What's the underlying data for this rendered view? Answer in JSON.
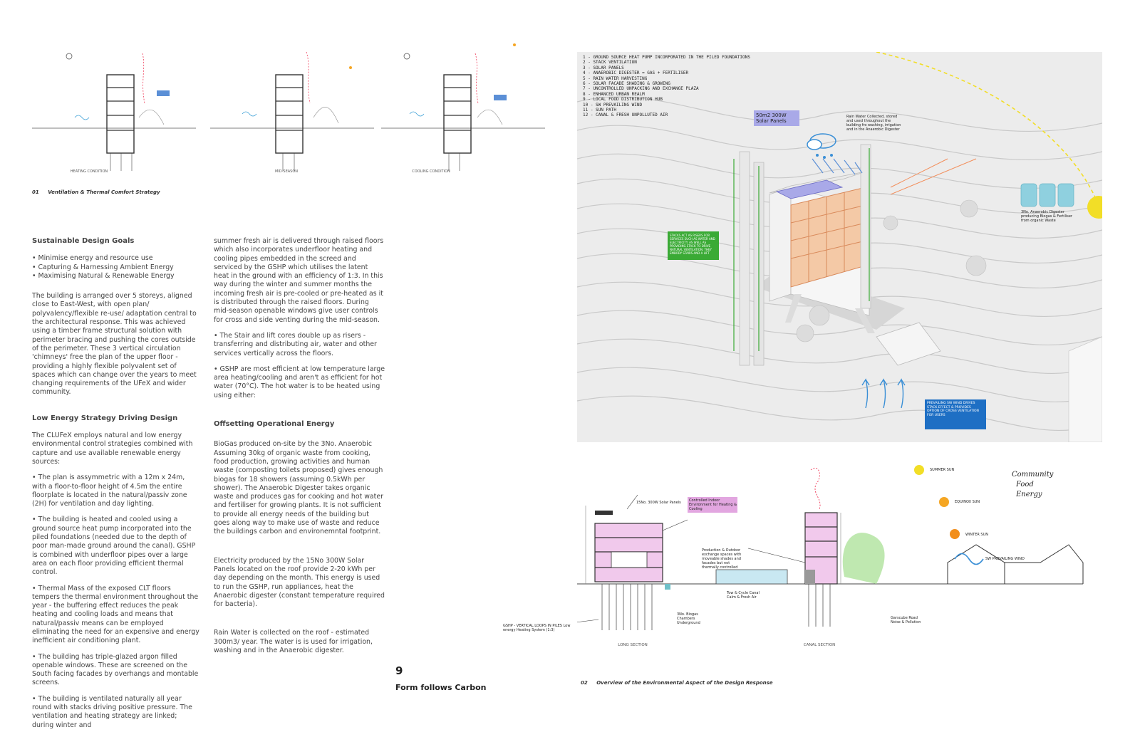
{
  "top_diagrams": {
    "caption_num": "01",
    "caption_text": "Ventilation & Thermal Comfort Strategy",
    "labels": [
      "HEATING CONDITION",
      "MID-SEASON",
      "COOLING CONDITION"
    ]
  },
  "col1": {
    "h1": "Sustainable Design Goals",
    "goals": [
      "• Minimise energy and resource use",
      "• Capturing & Harnessing Ambient Energy",
      "• Maximising Natural & Renewable Energy"
    ],
    "p1": "The building is arranged over 5 storeys, aligned close to East-West, with open plan/ polyvalency/flexible re-use/ adaptation central to the architectural response. This was achieved using a timber frame structural solution with perimeter bracing and pushing the cores outside of the perimeter. These 3 vertical circulation 'chimneys' free the plan of the upper floor - providing a highly flexible polyvalent set of spaces which can change over the years to meet changing requirements of the UFeX and wider community.",
    "h2": "Low Energy Strategy Driving Design",
    "p2": "The CLUFeX employs natural and low energy environmental control strategies combined with capture and use available renewable energy sources:",
    "b1": "• The plan is assymmetric with a 12m x 24m, with a floor-to-floor height of 4.5m the entire floorplate is located in the natural/passiv zone (2H) for ventilation and day lighting.",
    "b2": "• The building is heated and cooled using a ground source heat pump incorporated into the piled foundations (needed due to the depth of poor man-made ground around the canal). GSHP is combined with underfloor pipes over a large area on each floor providing efficient thermal control.",
    "b3": "• Thermal Mass of the exposed CLT floors tempers the thermal environment throughout the year - the buffering effect reduces the peak heating and cooling loads and means that natural/passiv means can be employed eliminating the need for an expensive and energy inefficient air conditioning plant.",
    "b4": "• The building has triple-glazed argon filled openable windows. These are screened on the South facing facades by overhangs and montable screens.",
    "b5": "• The building is ventilated naturally all year round with stacks driving positive pressure. The ventilation and heating strategy are linked; during winter and"
  },
  "col2": {
    "p1": "summer fresh air is delivered through raised floors which also incorporates underfloor heating and cooling pipes embedded in the screed and serviced by the GSHP which utilises the latent heat in the ground with an efficiency of 1:3. In this way during the winter and summer months the incoming fresh air is pre-cooled or pre-heated as it is distributed through the raised floors. During mid-season openable windows give user controls for cross and side venting during the mid-season.",
    "b1": "• The Stair and lift cores double up as risers - transferring and distributing air, water and other services vertically across the floors.",
    "b2": "• GSHP are most efficient at low temperature large area heating/cooling and aren't as efficient for hot water (70°C). The hot water is to be heated using using either:",
    "h1": "Offsetting Operational Energy",
    "p2": "BioGas produced on-site by the 3No. Anaerobic Assuming 30kg of organic waste from cooking, food production, growing activities and human waste (composting toilets proposed) gives enough biogas for 18 showers (assuming 0.5kWh per shower). The Anaerobic Digester takes organic waste and produces gas for cooking and hot water and fertiliser for growing plants. It is not sufficient to provide all energy needs of the building but goes along way to make use of waste and reduce the buildings carbon and environemntal footprint.",
    "p3": "Electricity produced by the 15No 300W Solar Panels located on the roof provide 2-20 kWh per day depending on the month. This energy is used to run the GSHP, run appliances, heat the Anaerobic digester (constant temperature required for bacteria).",
    "p4": "Rain Water is collected on the roof - estimated 300m3/ year. The water is is used for irrigation, washing and in the Anaerobic digester."
  },
  "footer": {
    "page_number": "9",
    "page_title": "Form follows Carbon",
    "caption_num": "02",
    "caption_text": "Overview of the Environmental Aspect of the Design Response"
  },
  "render": {
    "legend": [
      "1 - GROUND SOURCE HEAT PUMP INCORPORATED IN THE PILED FOUNDATIONS",
      "2 - STACK VENTILATION",
      "3 - SOLAR PANELS",
      "4 - ANAEROBIC DIGESTER = GAS + FERTILISER",
      "5 - RAIN WATER HARVESTING",
      "6 - SOLAR FACADE SHADING & GROWING",
      "7 - UNCONTROLLED UNPACKING AND EXCHANGE PLAZA",
      "8 - ENHANCED URBAN REALM",
      "9 - LOCAL FOOD DISTRIBUTION HUB",
      "10 - SW PREVAILING WIND",
      "11 - SUN PATH",
      "12 - CANAL & FRESH UNPOLLUTED AIR"
    ],
    "solar_tag": "50m2 300W Solar Panels",
    "rain_note": "Rain Water Collected, stored and used throughout the building fro washing, irrigation and in the Anaerobic Digester",
    "digester_note": "3No. Anaerobic Digester producing Biogas & Fertiliser from organic Waste",
    "stacks_tag": "STACKS ACT AS RISERS FOR SERVICES SUCH AS WATER AND ELECTRICITY. AS WELL AS PROVIDING STACK TO DRIVE NATURAL VENTILATION. THEY EMBODY STAIRS AND A LIFT",
    "wind_tag": "PREVAILING SW WIND DRIVES STACK EFFECT & PROVIDES OPTION OF CROSS VENTILATION FOR USERS"
  },
  "sections": {
    "long_label": "LONG SECTION",
    "canal_label": "CANAL SECTION",
    "solar_note": "15No. 300W Solar Panels",
    "indoor_note": "Controlled Indoor Environment for Heating & Cooling",
    "exchange_note": "Production & Outdoor exchange spaces with moveable shades and facades but not thermally controlled",
    "towpath_note": "Tow & Cycle Canal Calm & Fresh Air",
    "digester_note": "3No. Biogas Chambers Underground",
    "gshp_note": "GSHP - VERTICAL LOOPS IN PILES Low energy Heating System (1:3)",
    "road_note": "Garscube Road Noise & Pollution",
    "summer_sun": "SUMMER SUN",
    "equinox_sun": "EQUINOX SUN",
    "winter_sun": "WINTER SUN",
    "wind_note": "SW PREVAILING WIND",
    "handwritten": [
      "Community",
      "Food",
      "Energy"
    ]
  }
}
